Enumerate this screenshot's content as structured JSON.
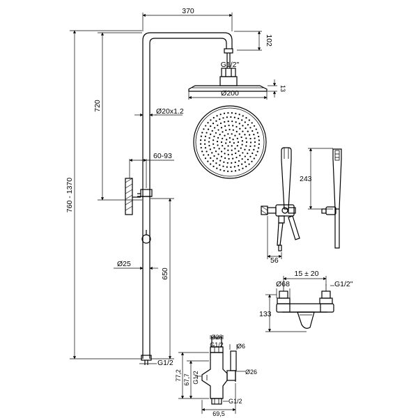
{
  "labels": {
    "width_370": "370",
    "height_102": "102",
    "connection_g12_top": "G1/2\"",
    "head_thickness": "13",
    "head_diameter": "Ø200",
    "height_720": "720",
    "pipe_diameter": "Ø20x1.2",
    "height_range": "760 - 1370",
    "wall_distance": "60-93",
    "bar_diameter": "Ø25",
    "height_650": "650",
    "connection_g12_bottom": "G1/2",
    "handshower_length": "243",
    "handshower_width": "56",
    "mixer_center": "15 ± 20",
    "mixer_flange": "Ø68",
    "mixer_connection": "G1/2\"",
    "mixer_height": "133",
    "diverter_top": "Ø28",
    "diverter_g12": "G1/2",
    "diverter_pin": "Ø6",
    "diverter_body": "Ø26",
    "diverter_h1": "77,2",
    "diverter_h2": "67,7",
    "diverter_g12_side": "G1/2",
    "diverter_g12_bottom": "G1/2",
    "diverter_width": "69,5"
  }
}
